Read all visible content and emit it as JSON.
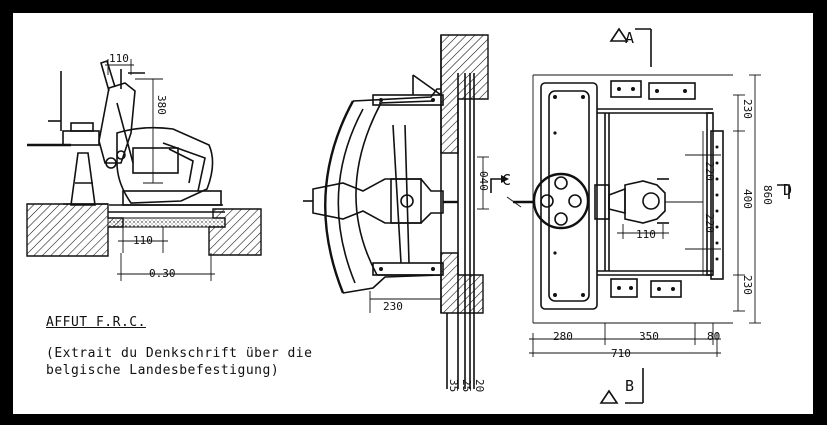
{
  "caption": {
    "title": "AFFUT F.R.C.",
    "lines": [
      "(Extrait du Denkschrift über die",
      "belgische Landesbefestigung)"
    ]
  },
  "section_markers": {
    "A": "A",
    "B": "B",
    "C": "C",
    "D": "D"
  },
  "dimensions": {
    "side": {
      "d110_top": "110",
      "d380": "380",
      "d110_bottom": "110",
      "d030": "0.30"
    },
    "middle": {
      "d230": "230",
      "d040": "040",
      "d35": "35",
      "d25": "25",
      "d20": "20"
    },
    "plan": {
      "d230_top": "230",
      "d220_a": "220",
      "d220_b": "220",
      "d110": "110",
      "d400": "400",
      "d860": "860",
      "d230_bottom": "230",
      "d280": "280",
      "d350": "350",
      "d80": "80",
      "d710": "710"
    }
  }
}
